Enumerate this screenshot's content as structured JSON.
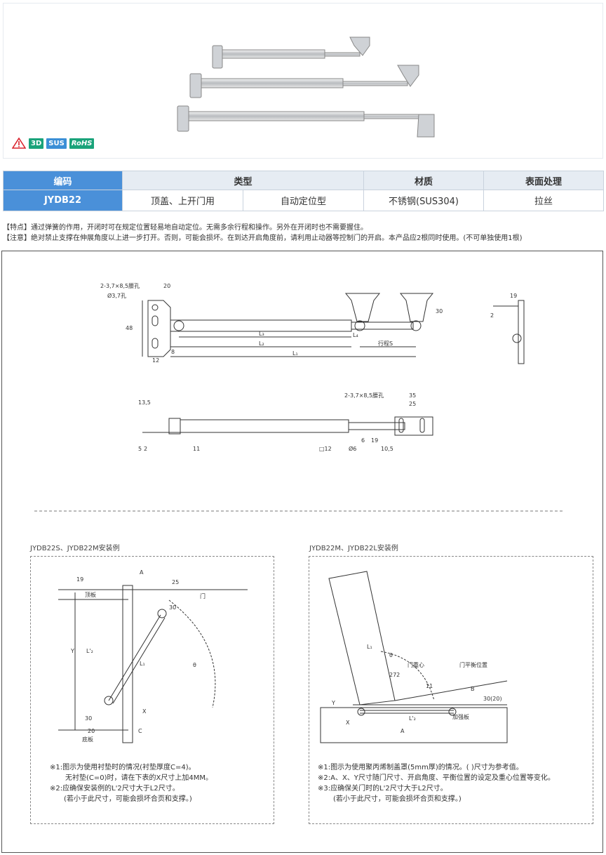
{
  "badges": {
    "b3d": "3D",
    "sus": "SUS",
    "rohs": "RoHS"
  },
  "table": {
    "headers": {
      "code": "编码",
      "type": "类型",
      "material": "材质",
      "finish": "表面处理"
    },
    "row": {
      "code": "JYDB22",
      "type1": "顶盖、上开门用",
      "type2": "自动定位型",
      "material": "不锈钢(SUS304)",
      "finish": "拉丝"
    }
  },
  "notes": {
    "feature": "【特点】通过弹簧的作用，开闭时可在规定位置轻易地自动定位。无需多余行程和操作。另外在开闭时也不需要握住。",
    "caution": "【注意】绝对禁止支撑在伸展角度以上进一步打开。否则，可能会损坏。在到达开启角度前，请利用止动器等控制门的开启。本产品应2根同时使用。(不可单独使用1根)"
  },
  "dims": {
    "top": {
      "hole1": "2-3,7×8,5腰孔",
      "hole2": "Ø3,7孔",
      "d20": "20",
      "d48": "48",
      "d30": "30",
      "d8": "8",
      "d12": "12",
      "l3": "L₃",
      "l2": "L₂",
      "l1": "L₁",
      "l4": "L₄",
      "stroke": "行程S",
      "d19": "19",
      "d2": "2"
    },
    "bottom": {
      "d135": "13,5",
      "d5": "5",
      "d2": "2",
      "d11": "11",
      "sq12": "□12",
      "phi6": "Ø6",
      "d6": "6",
      "d19": "19",
      "d105": "10,5",
      "hole": "2-3,7×8,5腰孔",
      "d35": "35",
      "d25": "25"
    }
  },
  "example1": {
    "title": "JYDB22S、JYDB22M安装例",
    "labels": {
      "a": "A",
      "d25": "25",
      "d19": "19",
      "top": "顶板",
      "d30a": "30",
      "door": "门",
      "y": "Y",
      "l2p": "L'₂",
      "l1": "L₁",
      "theta": "θ",
      "d30b": "30",
      "x": "X",
      "d20": "20",
      "c": "C",
      "bottom": "底板"
    },
    "notes": [
      "※1:图示为使用衬垫时的情况(衬垫厚度C=4)。",
      "无衬垫(C=0)时，请在下表的X尺寸上加4MM。",
      "※2:应确保安装例的L'2尺寸大于L2尺寸。",
      "(若小于此尺寸，可能会损坏合页和支撑。)"
    ]
  },
  "example2": {
    "title": "JYDB22M、JYDB22L安装例",
    "labels": {
      "l1": "L₁",
      "theta": "θ",
      "cg": "门重心",
      "balance": "门平衡位置",
      "d272": "272",
      "d11": "11",
      "d30": "30(20)",
      "b": "B",
      "y": "Y",
      "x": "X",
      "l2p": "L'₂",
      "plate": "加强板",
      "a": "A"
    },
    "notes": [
      "※1:图示为使用聚丙烯制盖罩(5mm厚)的情况。( )尺寸为参考值。",
      "※2:A、X、Y尺寸随门尺寸、开启角度、平衡位置的设定及重心位置等变化。",
      "※3:应确保关门时的L'2尺寸大于L2尺寸。",
      "(若小于此尺寸，可能会损坏合页和支撑。)"
    ]
  }
}
